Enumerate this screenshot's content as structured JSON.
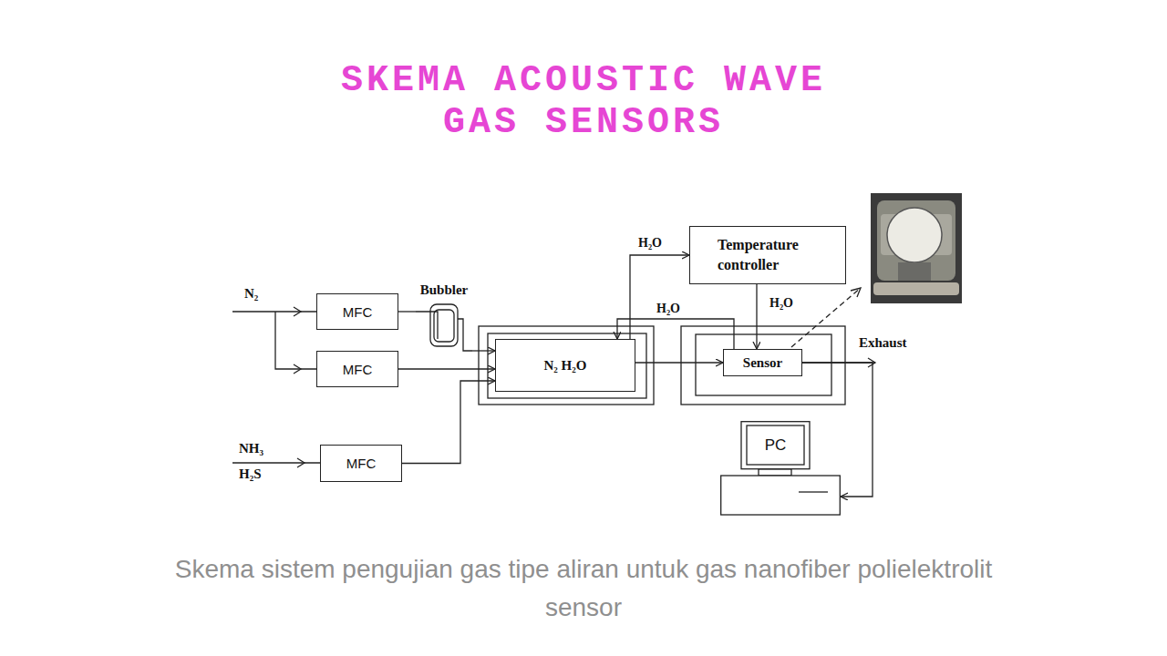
{
  "diagram": {
    "title": "SKEMA ACOUSTIC WAVE GAS SENSORS",
    "caption": "Skema sistem pengujian gas tipe aliran untuk gas nanofiber polielektrolit sensor",
    "nodes": [
      {
        "text": [
          "MFC"
        ]
      },
      {
        "text": [
          "MFC"
        ]
      },
      {
        "text": [
          "MFC"
        ]
      },
      {
        "text": [
          "Bubbler"
        ]
      },
      {
        "text": [
          "N₂ H₂O"
        ]
      },
      {
        "text": [
          "Temperature controller"
        ]
      },
      {
        "text": [
          "Sensor"
        ]
      },
      {
        "text": [
          "PC"
        ]
      }
    ],
    "edges": [
      {
        "from": 0,
        "to": 3,
        "arrow": "none"
      },
      {
        "from": 3,
        "to": 4,
        "arrow": "to"
      },
      {
        "from": 1,
        "to": 4,
        "arrow": "to"
      },
      {
        "from": 2,
        "to": 4,
        "arrow": "to"
      },
      {
        "from": 4,
        "to": 6,
        "arrow": "to"
      },
      {
        "from": 4,
        "to": 5,
        "arrow": "to",
        "label": "H₂O"
      },
      {
        "from": 5,
        "to": 6,
        "arrow": "to",
        "label": "H₂O"
      },
      {
        "from": 6,
        "to": 4,
        "arrow": "to",
        "label": "H₂O"
      },
      {
        "from": 6,
        "to": 7,
        "arrow": "to"
      }
    ],
    "labels": [
      "N₂",
      "NH₃",
      "H₂S",
      "Exhaust"
    ]
  }
}
